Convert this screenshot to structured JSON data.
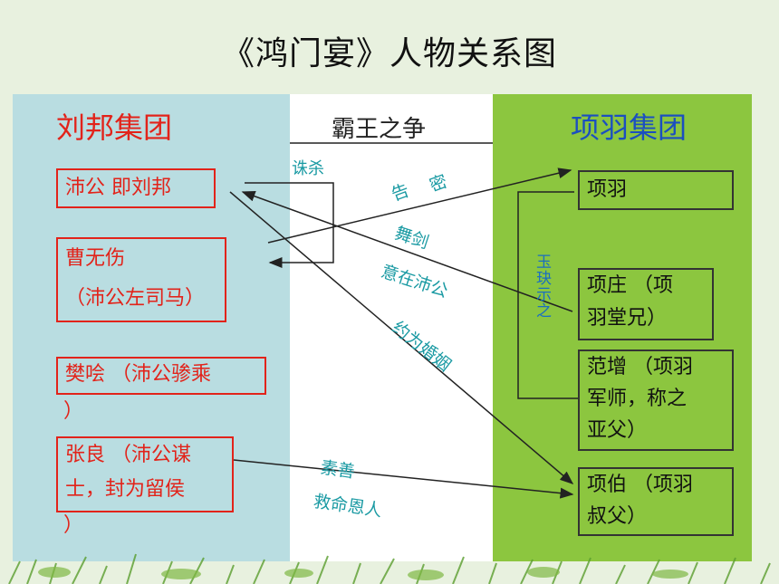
{
  "title": "《鸿门宴》人物关系图",
  "middle_header": "霸王之争",
  "left_group": {
    "title": "刘邦集团",
    "members": {
      "peigong": "沛公 即刘邦",
      "cao_line1": "曹无伤",
      "cao_line2": "（沛公左司马）",
      "fan_line1": "樊哙 （沛公骖乘",
      "fan_line2": "）",
      "zhang_line1": "张良 （沛公谋",
      "zhang_line2": "士，封为留侯",
      "zhang_line3": "）"
    }
  },
  "right_group": {
    "title": "项羽集团",
    "members": {
      "xiangyu": "项羽",
      "zhuang_line1": "项庄 （项",
      "zhuang_line2": "羽堂兄）",
      "fan_line1": "范增 （项羽",
      "fan_line2": "军师，称之",
      "fan_line3": "亚父）",
      "bo_line1": "项伯 （项羽",
      "bo_line2": "叔父）"
    }
  },
  "relations": {
    "zhusha": "诛杀",
    "gao": "告",
    "mi": "密",
    "wujian": "舞剑",
    "yizai": "意在沛公",
    "yuewei": "约为婚姻",
    "sushan": "素善",
    "jiuming": "救命恩人",
    "yujue": "玉玦示之"
  },
  "colors": {
    "left_bg": "#b9dde1",
    "middle_bg": "#ffffff",
    "right_bg": "#8cc63f",
    "left_text": "#e2231a",
    "right_title": "#1b4fc0",
    "box_left_border": "#e2231a",
    "box_right_border": "#333333",
    "relation_text": "#1a9aa3"
  }
}
